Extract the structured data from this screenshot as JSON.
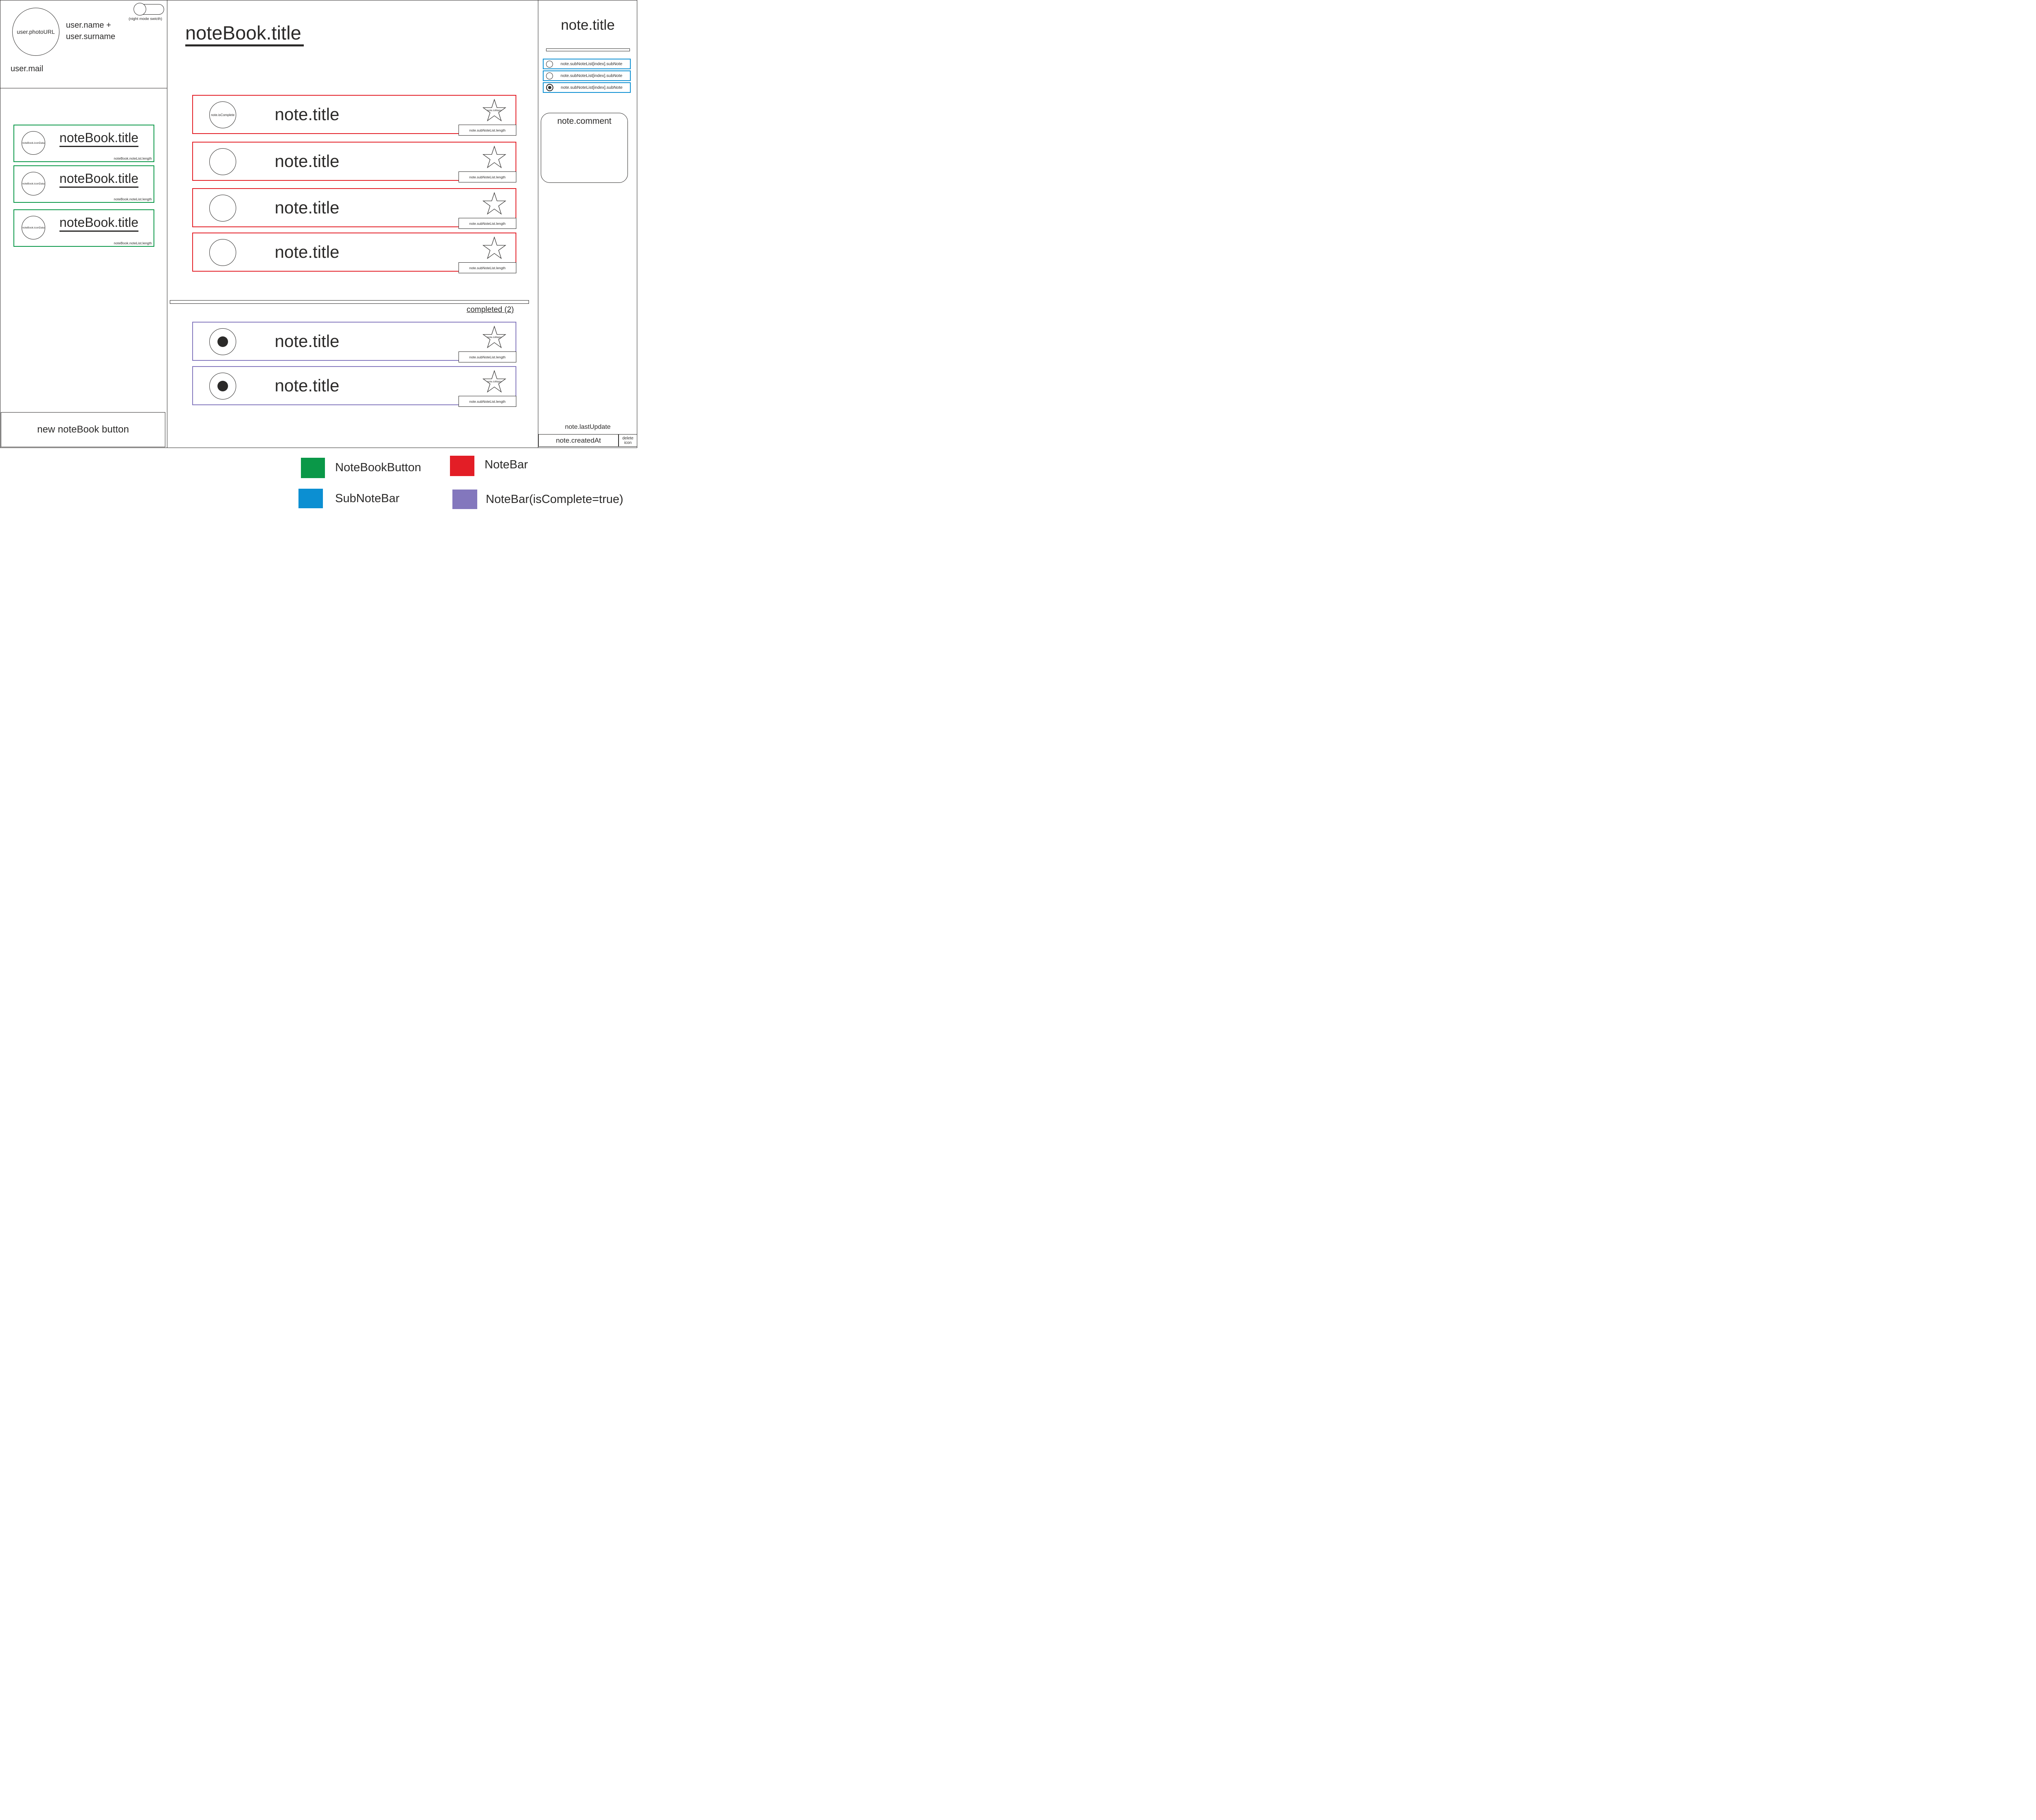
{
  "sidebar": {
    "user": {
      "photo_label": "user.photoURL",
      "name_line1": "user.name +",
      "name_line2": "user.surname",
      "mail": "user.mail"
    },
    "night_mode_label": "(night mode swicth)",
    "notebooks": [
      {
        "icon_label": "noteBook.iconData",
        "title": "noteBook.title",
        "count_label": "noteBook.noteList.length"
      },
      {
        "icon_label": "noteBook.iconData",
        "title": "noteBook.title",
        "count_label": "noteBook.noteList.length"
      },
      {
        "icon_label": "noteBook.iconData",
        "title": "noteBook.title",
        "count_label": "noteBook.noteList.length"
      }
    ],
    "new_notebook_label": "new noteBook button"
  },
  "main": {
    "title": "noteBook.title",
    "notes": [
      {
        "complete_label": "note.isComplete",
        "title": "note.title",
        "major_label": "note.isMajor",
        "subnote_count_label": "note.subNoteList.length"
      },
      {
        "title": "note.title",
        "subnote_count_label": "note.subNoteList.length"
      },
      {
        "title": "note.title",
        "subnote_count_label": "note.subNoteList.length"
      },
      {
        "title": "note.title",
        "subnote_count_label": "note.subNoteList.length"
      }
    ],
    "completed_label": "completed (2)",
    "completed_notes": [
      {
        "title": "note.title",
        "major_label": "note.isMajor",
        "subnote_count_label": "note.subNoteList.length"
      },
      {
        "title": "note.title",
        "major_label": "note.isMajor",
        "subnote_count_label": "note.subNoteList.length"
      }
    ]
  },
  "detail": {
    "title": "note.title",
    "subnotes": [
      {
        "label": "note.subNoteList[index].subNote",
        "selected": false
      },
      {
        "label": "note.subNoteList[index].subNote",
        "selected": false
      },
      {
        "label": "note.subNoteList[index].subNote",
        "selected": true
      }
    ],
    "comment_label": "note.comment",
    "last_update_label": "note.lastUpdate",
    "created_at_label": "note.createdAt",
    "delete_label": "delete icon"
  },
  "legend": {
    "items": [
      {
        "label": "NoteBookButton",
        "color": "#0a9848"
      },
      {
        "label": "NoteBar",
        "color": "#e31e26"
      },
      {
        "label": "SubNoteBar",
        "color": "#0c8fd2"
      },
      {
        "label": "NoteBar(isComplete=true)",
        "color": "#8377bd"
      }
    ]
  },
  "colors": {
    "ink": "#2b2a29",
    "notebook_green": "#0a9848",
    "notebar_red": "#e31e26",
    "subnote_blue": "#0c8fd2",
    "complete_purple": "#8377bd"
  }
}
